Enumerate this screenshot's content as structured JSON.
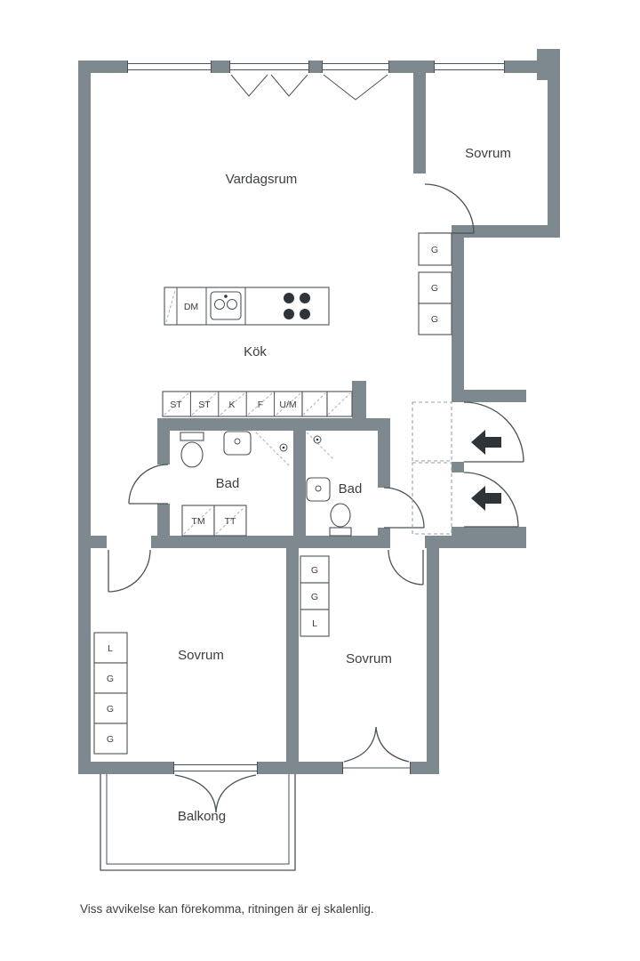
{
  "disclaimer": "Viss avvikelse kan förekomma, ritningen är ej skalenlig.",
  "colors": {
    "wall": "#7d898f",
    "line": "#4a5257",
    "text": "#3a3f42"
  },
  "rooms": {
    "living_room": "Vardagsrum",
    "bedroom_ne": "Sovrum",
    "kitchen": "Kök",
    "bathroom_w": "Bad",
    "bathroom_e": "Bad",
    "bedroom_sw": "Sovrum",
    "bedroom_se": "Sovrum",
    "balcony": "Balkong"
  },
  "fixtures": {
    "dishwasher": "DM",
    "kitchen_row": [
      "ST",
      "ST",
      "K",
      "F",
      "U/M"
    ],
    "laundry_row": [
      "TM",
      "TT"
    ],
    "wardrobes_ne": [
      "G",
      "G",
      "G"
    ],
    "wardrobes_se": [
      "G",
      "G",
      "L"
    ],
    "wardrobes_sw": [
      "L",
      "G",
      "G",
      "G"
    ]
  }
}
